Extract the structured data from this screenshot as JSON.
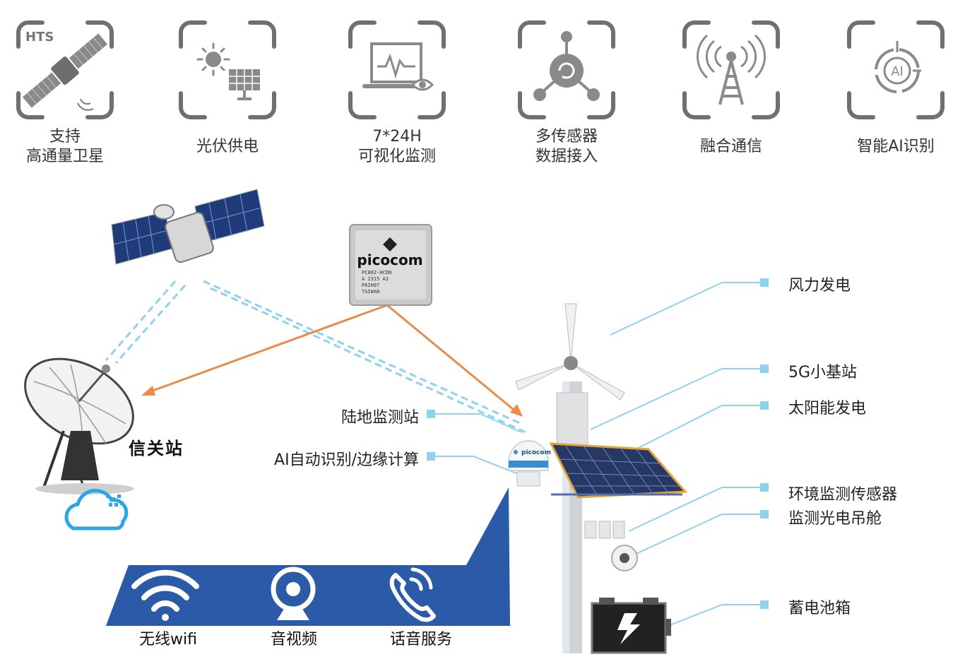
{
  "features": [
    {
      "icon": "hts-satellite-icon",
      "lines": [
        "支持",
        "高通量卫星"
      ],
      "badge": "HTS"
    },
    {
      "icon": "solar-power-icon",
      "lines": [
        "光伏供电"
      ]
    },
    {
      "icon": "monitor-eye-icon",
      "lines": [
        "7*24H",
        "可视化监测"
      ]
    },
    {
      "icon": "sensor-hub-icon",
      "lines": [
        "多传感器",
        "数据接入"
      ]
    },
    {
      "icon": "signal-tower-icon",
      "lines": [
        "融合通信"
      ]
    },
    {
      "icon": "ai-target-icon",
      "lines": [
        "智能AI识别"
      ],
      "badge": "AI"
    }
  ],
  "chip": {
    "brand": "picocom",
    "lines": [
      "PC802-HCDN",
      "A 2315 A3",
      "P6IH07",
      "TAIWAN"
    ]
  },
  "gateway_label": "信关站",
  "dome_brand": "picocom",
  "left_callouts": [
    "陆地监测站",
    "AI自动识别/边缘计算"
  ],
  "right_callouts": [
    "风力发电",
    "5G小基站",
    "太阳能发电",
    "环境监测传感器",
    "监测光电吊舱",
    "蓄电池箱"
  ],
  "services": [
    {
      "icon": "wifi-icon",
      "label": "无线wifi"
    },
    {
      "icon": "webcam-icon",
      "label": "音视频"
    },
    {
      "icon": "phone-icon",
      "label": "话音服务"
    }
  ],
  "colors": {
    "accent_blue": "#2a5aa8",
    "light_blue": "#8fd2ee",
    "orange": "#e98b4a",
    "frame_gray": "#6e6e6e"
  }
}
